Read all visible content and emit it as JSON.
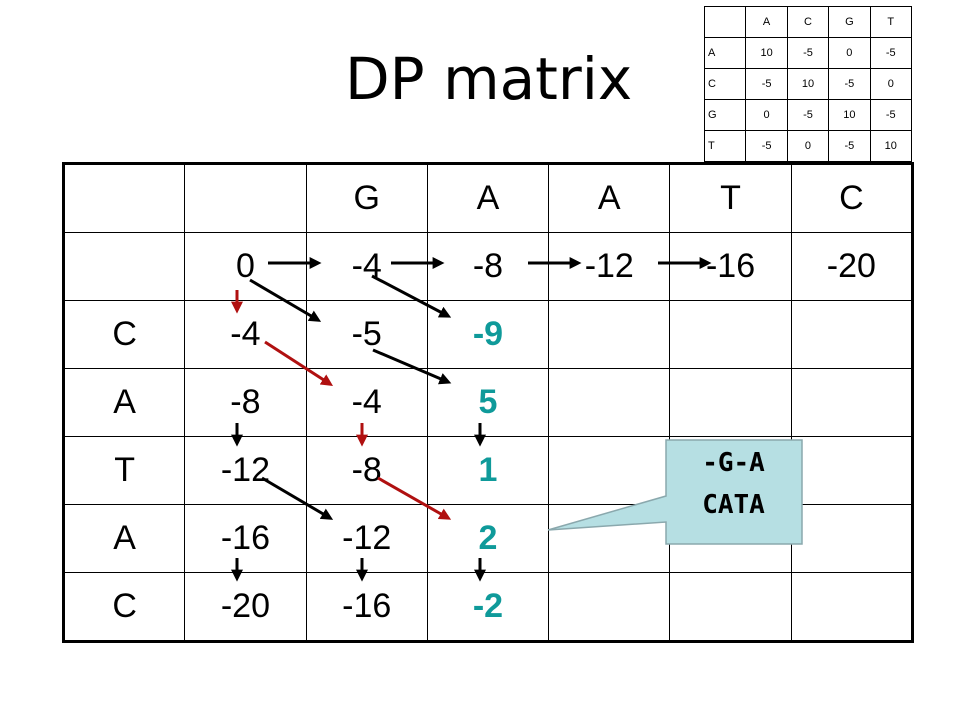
{
  "title": "DP matrix",
  "scoring_matrix": {
    "header": [
      "",
      "A",
      "C",
      "G",
      "T"
    ],
    "rows": [
      {
        "label": "A",
        "values": [
          "10",
          "-5",
          "0",
          "-5"
        ]
      },
      {
        "label": "C",
        "values": [
          "-5",
          "10",
          "-5",
          "0"
        ]
      },
      {
        "label": "G",
        "values": [
          "0",
          "-5",
          "10",
          "-5"
        ]
      },
      {
        "label": "T",
        "values": [
          "-5",
          "0",
          "-5",
          "10"
        ]
      }
    ]
  },
  "dp_matrix": {
    "column_header": [
      "",
      "",
      "G",
      "A",
      "A",
      "T",
      "C"
    ],
    "rows": [
      {
        "label": "",
        "values": [
          "0",
          "-4",
          "-8",
          "-12",
          "-16",
          "-20"
        ]
      },
      {
        "label": "C",
        "values": [
          "-4",
          "-5",
          "-9",
          "",
          "",
          ""
        ]
      },
      {
        "label": "A",
        "values": [
          "-8",
          "-4",
          "5",
          "",
          "",
          ""
        ]
      },
      {
        "label": "T",
        "values": [
          "-12",
          "-8",
          "1",
          "",
          "",
          ""
        ]
      },
      {
        "label": "A",
        "values": [
          "-16",
          "-12",
          "2",
          "",
          "",
          ""
        ]
      },
      {
        "label": "C",
        "values": [
          "-20",
          "-16",
          "-2",
          "",
          "",
          ""
        ]
      }
    ],
    "highlighted_column": 2,
    "highlight_color": "#0f9a9a",
    "traceback_color": "#b01010"
  },
  "callout": {
    "line1": "-G-A",
    "line2": "CATA",
    "fill_color": "#b6dfe3"
  }
}
